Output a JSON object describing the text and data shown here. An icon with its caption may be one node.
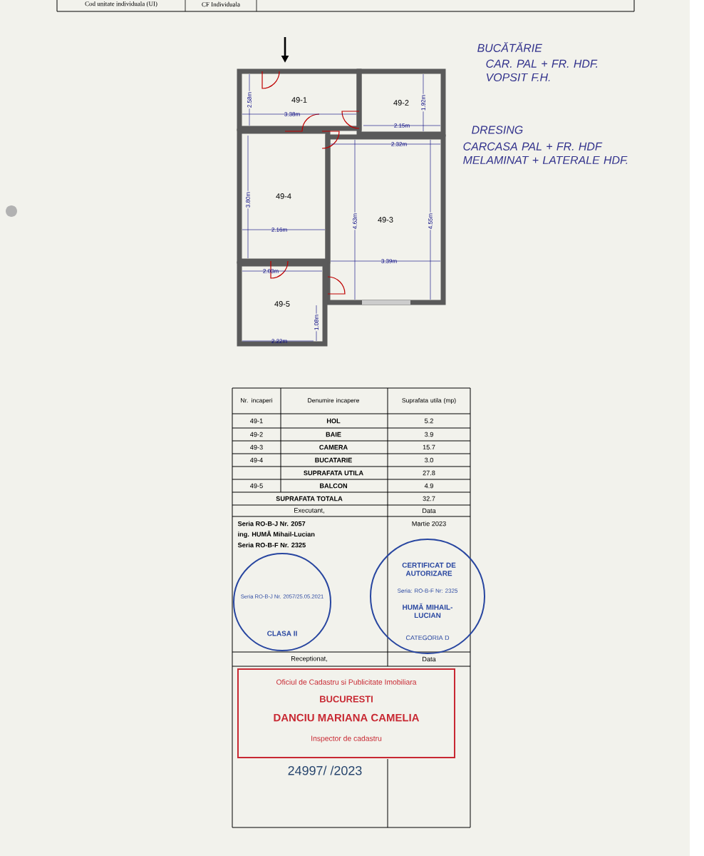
{
  "diagram": {
    "nodes": [
      {
        "text": [
          "49-1"
        ]
      },
      {
        "text": [
          "49-2"
        ]
      },
      {
        "text": [
          "49-3"
        ]
      },
      {
        "text": [
          "49-4"
        ]
      },
      {
        "text": [
          "49-5"
        ]
      },
      {
        "text": [
          "Seria RO-B-J Nr. 2057/25.05.2021",
          "CLASA II"
        ]
      },
      {
        "text": [
          "CERTIFICAT DE AUTORIZARE",
          "Seria: RO-B-F Nr: 2325",
          "HUMĂ MIHAIL-LUCIAN",
          "CATEGORIA D"
        ]
      },
      {
        "text": [
          "Oficiul de Cadastru si Publicitate Imobiliara",
          "BUCURESTI",
          "DANCIU MARIANA CAMELIA",
          "Inspector de cadastru"
        ]
      }
    ],
    "labels": [
      "Cod unitate individuala (UI)",
      "CF Individuala",
      "2.58m",
      "3.38m",
      "2.15m",
      "1.92m",
      "2.32m",
      "3.80m",
      "4.63m",
      "4.55m",
      "2.16m",
      "3.39m",
      "2.03m",
      "1.08m",
      "2.22m",
      "BUCĂTĂRIE",
      "CAR. PAL + FR. HDF. VOPSIT F.H.",
      "DRESING",
      "CARCASA PAL + FR. HDF MELAMINAT + LATERALE HDF.",
      "Nr. incaperi",
      "Denumire incapere",
      "Suprafata utila (mp)",
      "49-1",
      "HOL",
      "5.2",
      "49-2",
      "BAIE",
      "3.9",
      "49-3",
      "CAMERA",
      "15.7",
      "49-4",
      "BUCATARIE",
      "3.0",
      "SUPRAFATA UTILA",
      "27.8",
      "49-5",
      "BALCON",
      "4.9",
      "SUPRAFATA TOTALA",
      "32.7",
      "Executant,",
      "Data",
      "Seria RO-B-J Nr. 2057",
      "ing. HUMĂ Mihail-Lucian",
      "Seria RO-B-F Nr. 2325",
      "Martie 2023",
      "Receptionat,",
      "Data",
      "24997/ /2023"
    ]
  }
}
